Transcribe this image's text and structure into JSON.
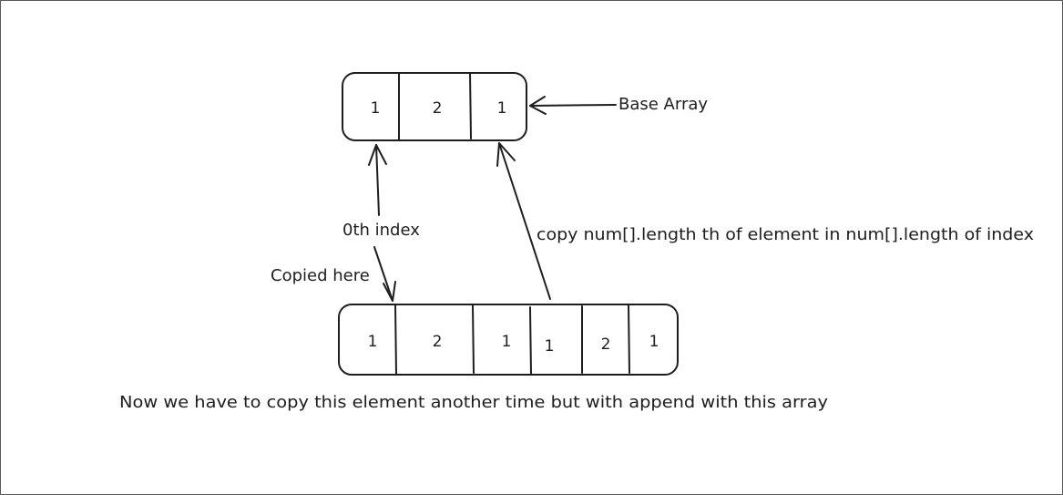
{
  "base_array": {
    "values": [
      "1",
      "2",
      "1"
    ]
  },
  "result_array": {
    "values": [
      "1",
      "2",
      "1",
      "1",
      "2",
      "1"
    ]
  },
  "labels": {
    "base_array": "Base Array",
    "zeroth_index": "0th index",
    "copied_here": "Copied here",
    "copy_note": "copy num[].length th of element in num[].length of index",
    "footer_note": "Now we have to copy this element another time but with append with this array"
  },
  "colors": {
    "stroke": "#1e1e1e",
    "background": "#ffffff",
    "frame": "#5a5a5a"
  }
}
